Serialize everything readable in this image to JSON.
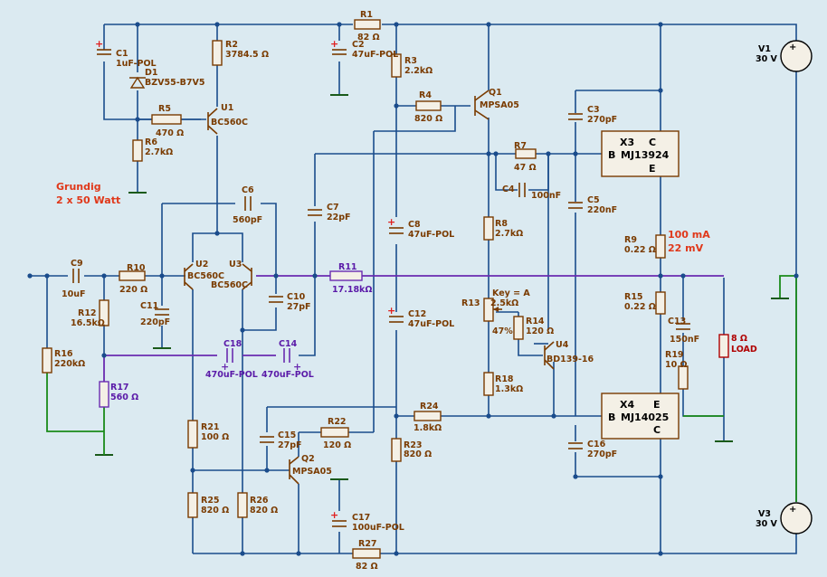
{
  "title": {
    "line1": "Grundig",
    "line2": "2 x 50 Watt"
  },
  "annotations": {
    "bias_current": "100 mA",
    "bias_voltage": "22 mV"
  },
  "components": {
    "R1": {
      "ref": "R1",
      "value": "82 Ω"
    },
    "R2": {
      "ref": "R2",
      "value": "3784.5 Ω"
    },
    "R3": {
      "ref": "R3",
      "value": "2.2kΩ"
    },
    "R4": {
      "ref": "R4",
      "value": "820 Ω"
    },
    "R5": {
      "ref": "R5",
      "value": "470 Ω"
    },
    "R6": {
      "ref": "R6",
      "value": "2.7kΩ"
    },
    "R7": {
      "ref": "R7",
      "value": "47 Ω"
    },
    "R8": {
      "ref": "R8",
      "value": "2.7kΩ"
    },
    "R9": {
      "ref": "R9",
      "value": "0.22 Ω"
    },
    "R10": {
      "ref": "R10",
      "value": "220 Ω"
    },
    "R11": {
      "ref": "R11",
      "value": "17.18kΩ"
    },
    "R12": {
      "ref": "R12",
      "value": "16.5kΩ"
    },
    "R13": {
      "ref": "R13",
      "value": "2.5kΩ",
      "key": "Key = A",
      "pct": "47%"
    },
    "R14": {
      "ref": "R14",
      "value": "120 Ω"
    },
    "R15": {
      "ref": "R15",
      "value": "0.22 Ω"
    },
    "R16": {
      "ref": "R16",
      "value": "220kΩ"
    },
    "R17": {
      "ref": "R17",
      "value": "560 Ω"
    },
    "R18": {
      "ref": "R18",
      "value": "1.3kΩ"
    },
    "R19": {
      "ref": "R19",
      "value": "10 Ω"
    },
    "R21": {
      "ref": "R21",
      "value": "100 Ω"
    },
    "R22": {
      "ref": "R22",
      "value": "120 Ω"
    },
    "R23": {
      "ref": "R23",
      "value": "820 Ω"
    },
    "R24": {
      "ref": "R24",
      "value": "1.8kΩ"
    },
    "R25": {
      "ref": "R25",
      "value": "820 Ω"
    },
    "R26": {
      "ref": "R26",
      "value": "820 Ω"
    },
    "R27": {
      "ref": "R27",
      "value": "82 Ω"
    },
    "C1": {
      "ref": "C1",
      "value": "1uF-POL"
    },
    "C2": {
      "ref": "C2",
      "value": "47uF-POL"
    },
    "C3": {
      "ref": "C3",
      "value": "270pF"
    },
    "C4": {
      "ref": "C4",
      "value": "100nF"
    },
    "C5": {
      "ref": "C5",
      "value": "220nF"
    },
    "C6": {
      "ref": "C6",
      "value": "560pF"
    },
    "C7": {
      "ref": "C7",
      "value": "22pF"
    },
    "C8": {
      "ref": "C8",
      "value": "47uF-POL"
    },
    "C9": {
      "ref": "C9",
      "value": "10uF"
    },
    "C10": {
      "ref": "C10",
      "value": "27pF"
    },
    "C11": {
      "ref": "C11",
      "value": "220pF"
    },
    "C12": {
      "ref": "C12",
      "value": "47uF-POL"
    },
    "C13": {
      "ref": "C13",
      "value": "150nF"
    },
    "C14": {
      "ref": "C14",
      "value": "470uF-POL"
    },
    "C15": {
      "ref": "C15",
      "value": "27pF"
    },
    "C16": {
      "ref": "C16",
      "value": "270pF"
    },
    "C17": {
      "ref": "C17",
      "value": "100uF-POL"
    },
    "C18": {
      "ref": "C18",
      "value": "470uF-POL"
    },
    "D1": {
      "ref": "D1",
      "value": "BZV55-B7V5"
    },
    "U1": {
      "ref": "U1",
      "value": "BC560C"
    },
    "U2": {
      "ref": "U2",
      "value": "BC560C"
    },
    "U3": {
      "ref": "U3",
      "value": "BC560C"
    },
    "U4": {
      "ref": "U4",
      "value": "BD139-16"
    },
    "Q1": {
      "ref": "Q1",
      "value": "MPSA05"
    },
    "Q2": {
      "ref": "Q2",
      "value": "MPSA05"
    },
    "X3": {
      "ref": "X3",
      "value": "MJ13924",
      "pin_b": "B",
      "pin_c": "C",
      "pin_e": "E"
    },
    "X4": {
      "ref": "X4",
      "value": "MJ14025",
      "pin_b": "B",
      "pin_c": "C",
      "pin_e": "E"
    },
    "V1": {
      "ref": "V1",
      "value": "30 V"
    },
    "V3": {
      "ref": "V3",
      "value": "30 V"
    },
    "LOAD": {
      "ref": "8 Ω",
      "value": "LOAD"
    }
  },
  "colors": {
    "wire": "#1a4c8c",
    "feedback_wire": "#6a2bb0",
    "ground_wire": "#1a8a1a",
    "component": "#7a3b00",
    "background": "#dbeaf1",
    "title": "#e0381a"
  }
}
